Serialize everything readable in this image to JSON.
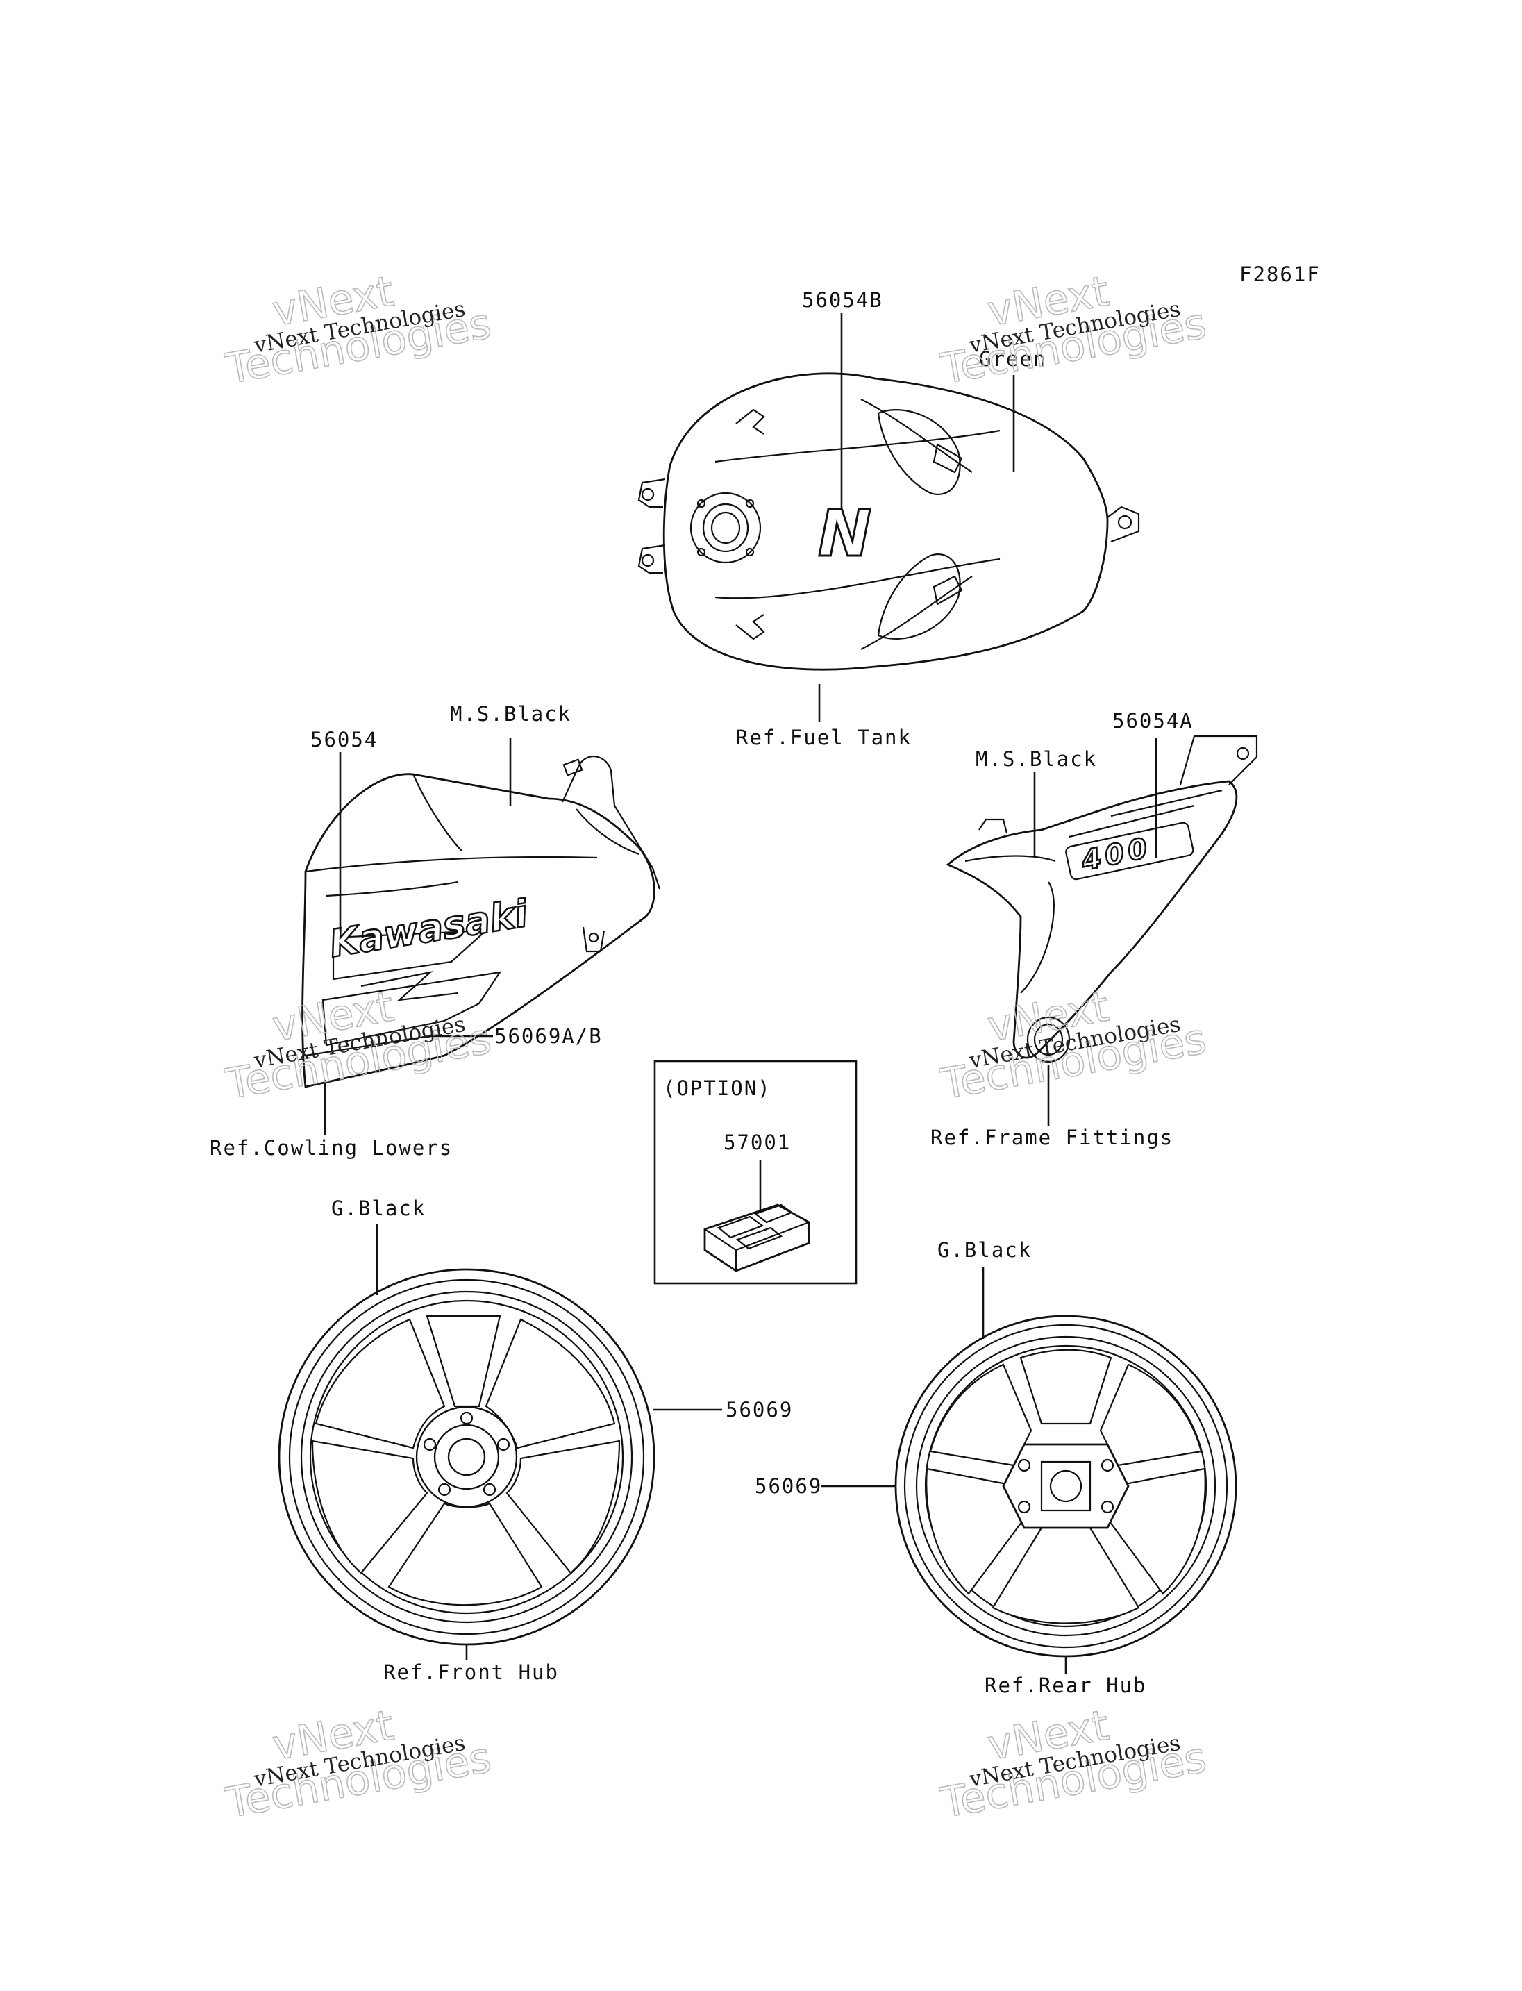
{
  "figure_code": "F2861F",
  "labels": {
    "fuel_tank_part": "56054B",
    "fuel_tank_color": "Green",
    "fuel_tank_ref": "Ref.Fuel Tank",
    "cowl_part": "56054",
    "cowl_color": "M.S.Black",
    "cowl_decal_part": "56069A/B",
    "cowl_ref": "Ref.Cowling Lowers",
    "frame_part": "56054A",
    "frame_color": "M.S.Black",
    "frame_ref": "Ref.Frame Fittings",
    "option_title": "(OPTION)",
    "option_part": "57001",
    "front_wheel_color": "G.Black",
    "front_wheel_part": "56069",
    "front_wheel_ref": "Ref.Front Hub",
    "rear_wheel_color": "G.Black",
    "rear_wheel_part": "56069",
    "rear_wheel_ref": "Ref.Rear Hub"
  },
  "decals": {
    "brand": "Kawasaki",
    "tank_emblem": "N",
    "frame_emblem": "400"
  },
  "watermark": {
    "line1": "vNext Technologies",
    "line2": "vNext",
    "line3": "Technologies"
  }
}
